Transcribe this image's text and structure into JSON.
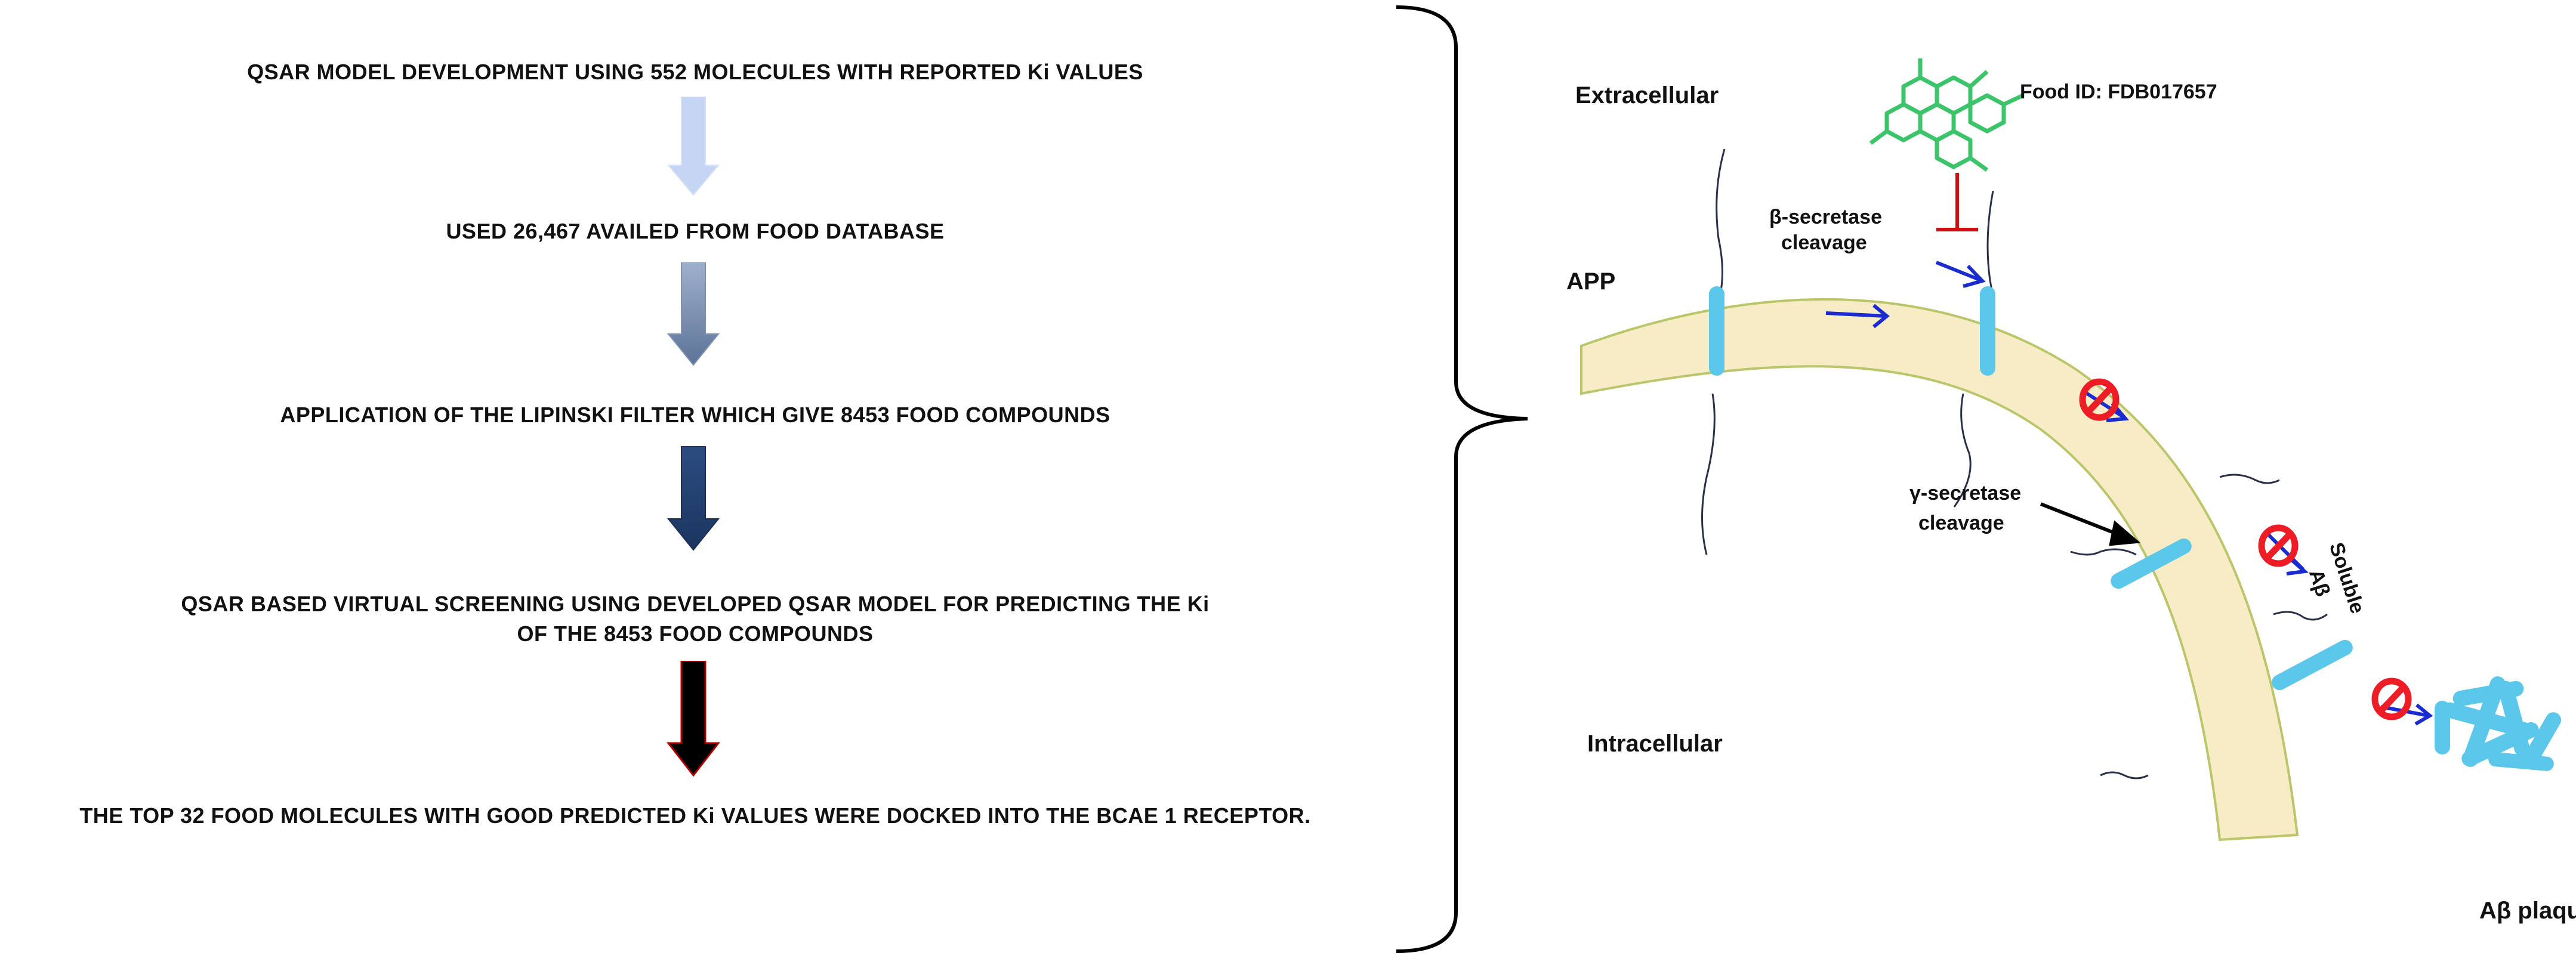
{
  "workflow": {
    "steps": [
      {
        "text": "QSAR MODEL DEVELOPMENT USING 552 MOLECULES WITH REPORTED Ki VALUES"
      },
      {
        "text": "USED 26,467 AVAILED FROM FOOD DATABASE"
      },
      {
        "text": "APPLICATION OF THE LIPINSKI FILTER WHICH GIVE 8453 FOOD COMPOUNDS"
      },
      {
        "text": "QSAR BASED VIRTUAL SCREENING USING DEVELOPED QSAR MODEL FOR PREDICTING THE Ki"
      },
      {
        "text": "OF THE 8453 FOOD COMPOUNDS"
      },
      {
        "text": "THE TOP 32 FOOD MOLECULES WITH GOOD PREDICTED Ki VALUES WERE DOCKED INTO THE BCAE 1 RECEPTOR."
      }
    ],
    "arrow_colors": [
      "#c5d5f3",
      "#6e83a8",
      "#1f3c6e",
      "#000000"
    ],
    "arrow_outline_last": "#b00000"
  },
  "mechanism": {
    "extracellular": "Extracellular",
    "intracellular": "Intracellular",
    "app": "APP",
    "beta_cleavage_1": "β-secretase",
    "beta_cleavage_2": "cleavage",
    "gamma_cleavage_1": "γ-secretase",
    "gamma_cleavage_2": "cleavage",
    "food_id": "Food ID: FDB017657",
    "soluble_1": "Soluble",
    "soluble_2": "Aβ",
    "plaque": "Aβ plaque",
    "colors": {
      "membrane": "#f8ecc6",
      "membrane_edge": "#b9c66a",
      "fragment": "#5bc7ea",
      "inhibit": "#ee1c24",
      "arrow": "#1a2bd0",
      "molecule": "#3bc46a"
    }
  }
}
